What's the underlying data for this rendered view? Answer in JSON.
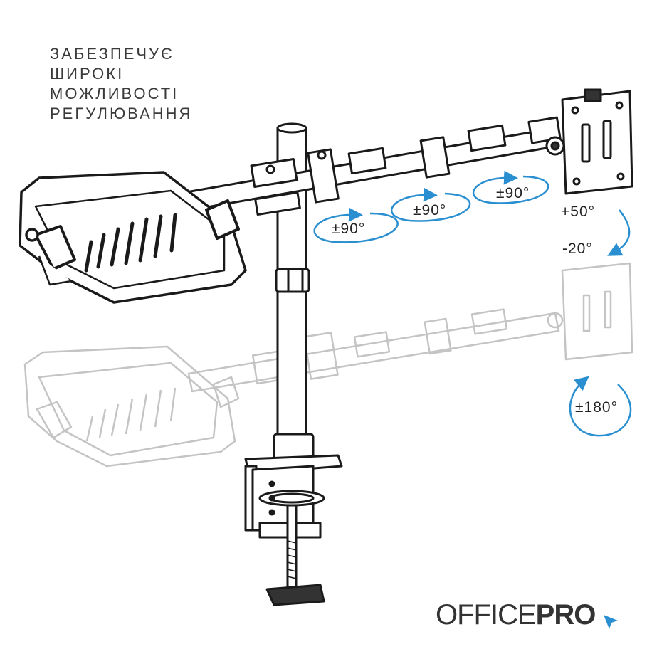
{
  "headline": {
    "lines": [
      "ЗАБЕЗПЕЧУЄ",
      "ШИРОКІ",
      "МОЖЛИВОСТІ",
      "РЕГУЛЮВАННЯ"
    ]
  },
  "angles": {
    "arm_swivel_1": "±90°",
    "arm_swivel_2": "±90°",
    "arm_swivel_3": "±90°",
    "tilt_up": "+50°",
    "tilt_down": "-20°",
    "rotation": "±180°"
  },
  "brand": {
    "part1": "OFFICE",
    "part2": "PRO"
  },
  "colors": {
    "line": "#1a1a1a",
    "ghost": "#c4c4c4",
    "arrow": "#2a8fd0",
    "text": "#3a3a3a"
  }
}
